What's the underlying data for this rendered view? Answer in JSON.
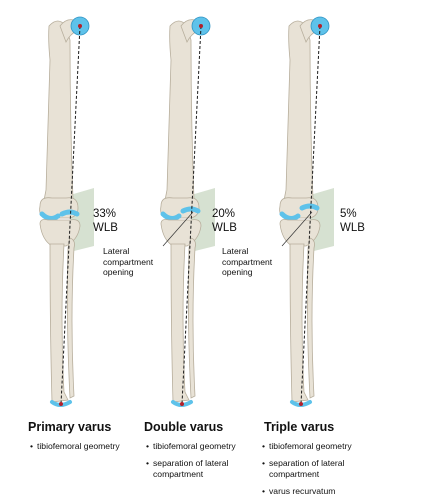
{
  "colors": {
    "bone": "#e8e2d6",
    "bone_outline": "#b7ae9c",
    "cartilage": "#5ec2ea",
    "cartilage_outline": "#2f93c3",
    "highlight": "#cfdcc9",
    "load_point": "#b3202a",
    "load_line": "#1a1a1a"
  },
  "panels": [
    {
      "title": "Primary varus",
      "wlb_value": "33%",
      "wlb_label": "WLB",
      "callout": "",
      "features": [
        "tibiofemoral geometry"
      ]
    },
    {
      "title": "Double varus",
      "wlb_value": "20%",
      "wlb_label": "WLB",
      "callout": "Lateral compartment opening",
      "features": [
        "tibiofemoral geometry",
        "separation of lateral compartment"
      ]
    },
    {
      "title": "Triple varus",
      "wlb_value": "5%",
      "wlb_label": "WLB",
      "callout": "Lateral compartment opening",
      "features": [
        "tibiofemoral geometry",
        "separation of lateral compartment",
        "varus recurvatum"
      ]
    }
  ]
}
